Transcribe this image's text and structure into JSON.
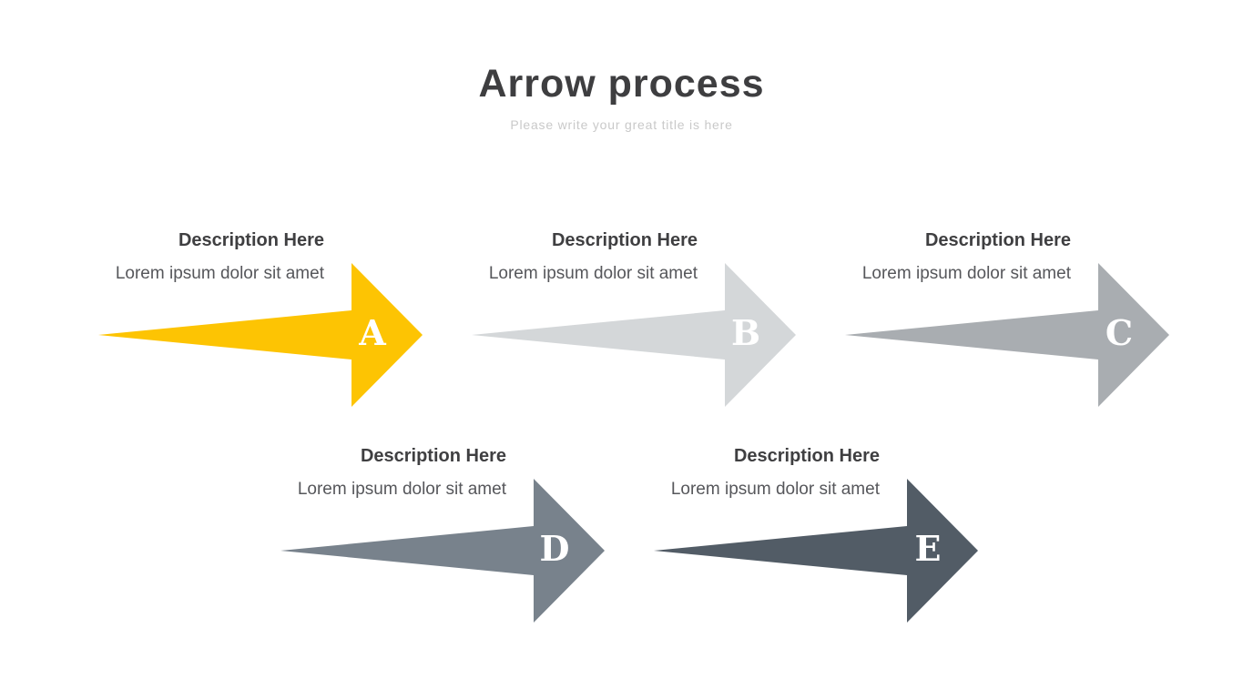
{
  "slide": {
    "title": "Arrow process",
    "subtitle": "Please write your great title is here",
    "background_color": "#FFFFFF",
    "title_color": "#3E3E40",
    "subtitle_color": "#C9C9C9",
    "letter_color": "#FFFFFF"
  },
  "groups": [
    {
      "letter": "A",
      "heading": "Description Here",
      "body": "Lorem ipsum dolor sit amet",
      "color": "#FDC403"
    },
    {
      "letter": "B",
      "heading": "Description Here",
      "body": "Lorem ipsum dolor sit amet",
      "color": "#D4D7D9"
    },
    {
      "letter": "C",
      "heading": "Description Here",
      "body": "Lorem ipsum dolor sit amet",
      "color": "#A9ADB1"
    },
    {
      "letter": "D",
      "heading": "Description Here",
      "body": "Lorem ipsum dolor sit amet",
      "color": "#78828C"
    },
    {
      "letter": "E",
      "heading": "Description Here",
      "body": "Lorem ipsum dolor sit amet",
      "color": "#525C66"
    }
  ]
}
